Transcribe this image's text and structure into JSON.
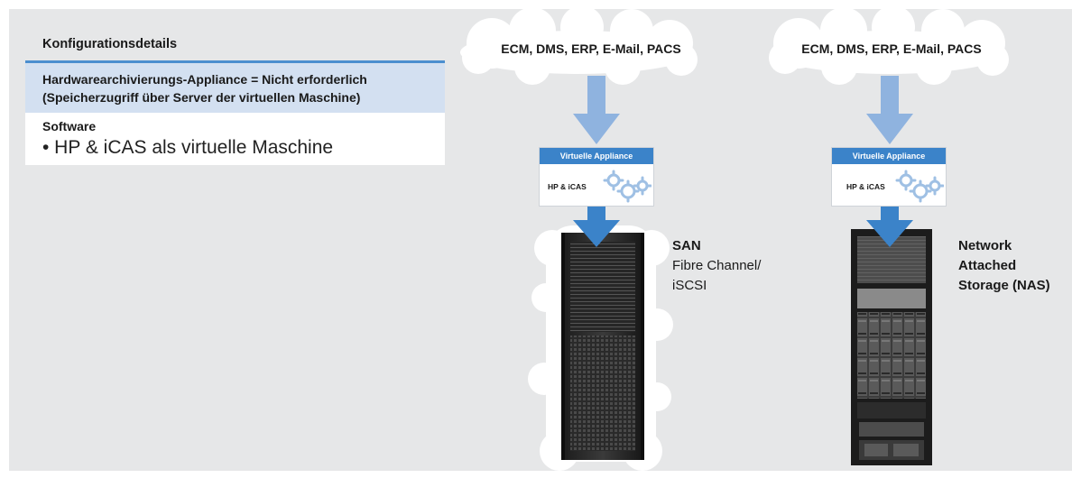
{
  "config": {
    "header": "Konfigurationsdetails",
    "hardware": "Hardwarearchivierungs-Appliance = Nicht erforderlich (Speicherzugriff über Server der virtuellen Maschine)",
    "software_title": "Software",
    "software_item": "• HP & iCAS als virtuelle Maschine"
  },
  "left": {
    "cloud": "ECM, DMS, ERP, E-Mail, PACS",
    "va_title": "Virtuelle Appliance",
    "va_sub": "HP & iCAS",
    "storage_title": "SAN",
    "storage_line1": "Fibre Channel/",
    "storage_line2": "iSCSI"
  },
  "right": {
    "cloud": "ECM, DMS, ERP, E-Mail, PACS",
    "va_title": "Virtuelle Appliance",
    "va_sub": "HP & iCAS",
    "storage_line1": "Network",
    "storage_line2": "Attached",
    "storage_line3": "Storage (NAS)"
  },
  "colors": {
    "accent": "#4b8fcf",
    "arrow": "#8fb3df",
    "va_header": "#3b83c9",
    "background": "#e6e7e8"
  }
}
